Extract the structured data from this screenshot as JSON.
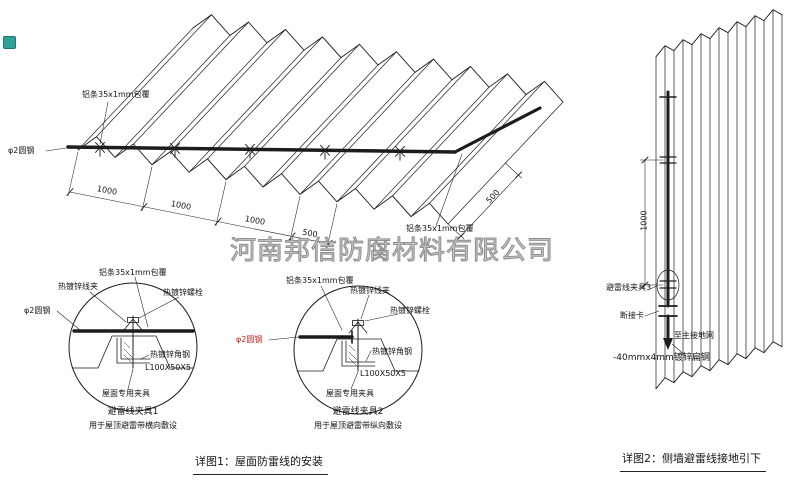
{
  "watermark": {
    "text": "河南邦信防腐材料有限公司"
  },
  "badge": {
    "color": "#2fa198"
  },
  "colors": {
    "line": "#1c1c1c",
    "red_accent": "#c32222",
    "watermark_gray": "#8f8f8f"
  },
  "iso": {
    "label_al_strip_top": "铝条35x1mm包覆",
    "label_round_steel": "φ2圆钢",
    "label_al_strip_bottom": "铝条35x1mm包覆",
    "dim_a": "1000",
    "dim_b": "1000",
    "dim_c": "1000",
    "dim_d": "500",
    "dim_side": "500"
  },
  "clamp1": {
    "label_wire_clip": "热镀锌线夹",
    "label_al_strip": "铝条35x1mm包覆",
    "label_bolt": "热镀锌螺栓",
    "label_round_steel": "φ2圆钢",
    "label_angle_steel": "热镀锌角钢",
    "label_angle_spec": "L100X50X5",
    "label_roof_fixture": "屋面专用夹具",
    "title": "避雷线夹具1",
    "subtitle": "用于屋顶避雷带横向敷设"
  },
  "clamp2": {
    "label_wire_clip": "热镀锌线夹",
    "label_al_strip": "铝条35x1mm包覆",
    "label_bolt": "热镀锌螺栓",
    "label_round_steel": "φ2圆钢",
    "label_angle_steel": "热镀锌角钢",
    "label_angle_spec": "L100X50X5",
    "label_roof_fixture": "屋面专用夹具",
    "title": "避雷线夹具2",
    "subtitle": "用于屋顶避雷带纵向敷设"
  },
  "detail2": {
    "label_clamp3": "避雷线夹具3",
    "label_disconnect": "断接卡",
    "label_to_ground": "至主接地网",
    "label_flat_steel": "-40mmx4mm镀锌扁钢",
    "dim_vertical": "1000",
    "caption": "详图2：侧墙避雷线接地引下"
  },
  "detail1": {
    "caption": "详图1：屋面防雷线的安装"
  }
}
